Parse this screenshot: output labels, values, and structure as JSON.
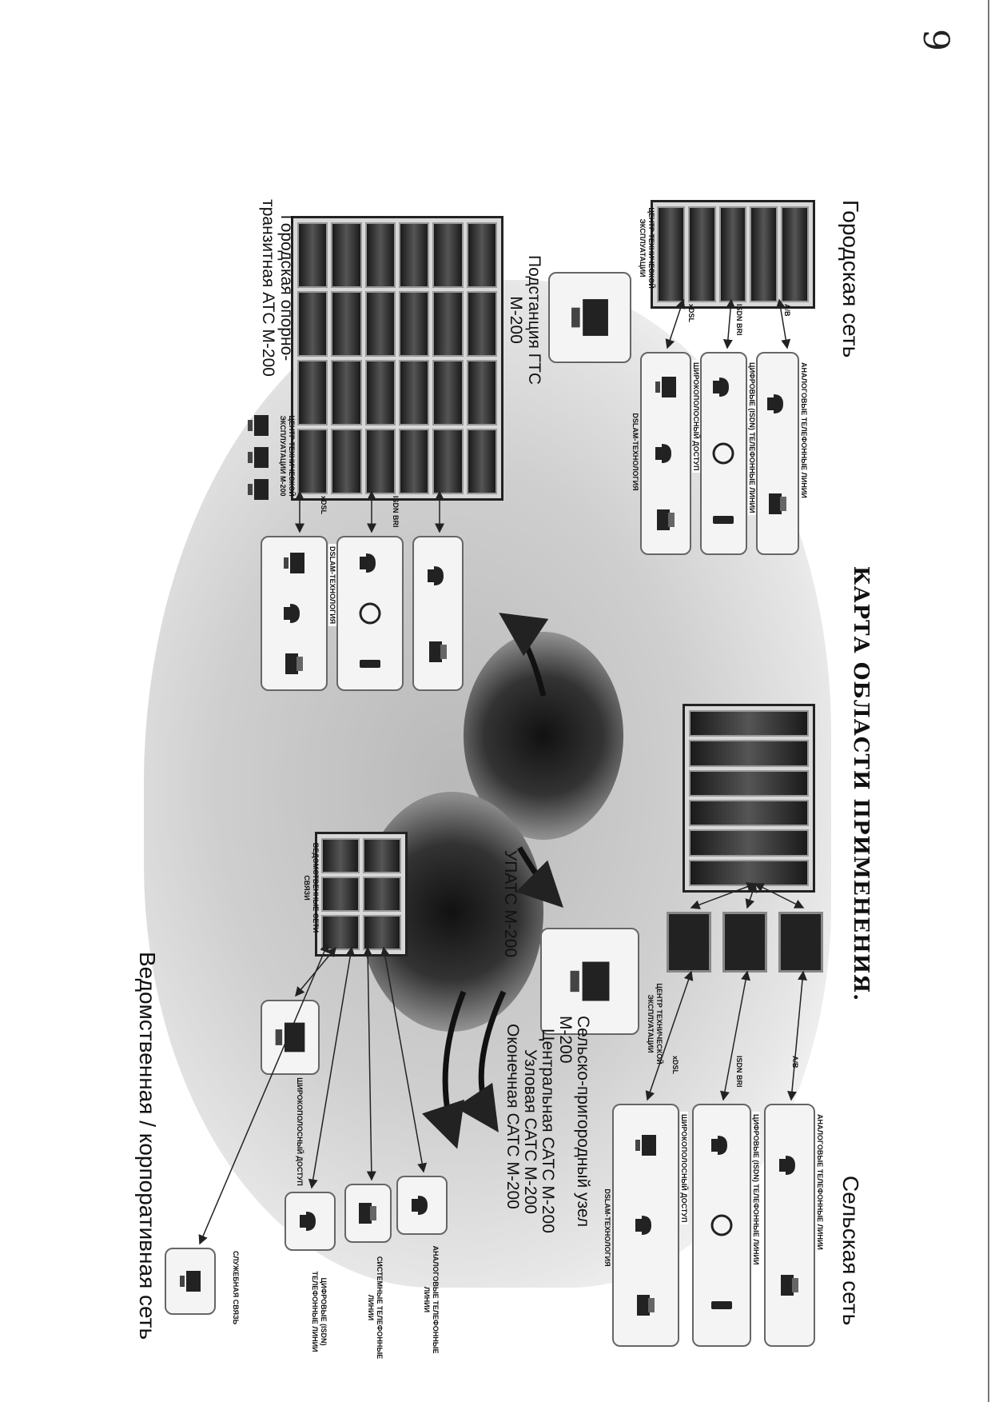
{
  "page_number": "9",
  "title": "КАРТА ОБЛАСТИ ПРИМЕНЕНИЯ.",
  "city_network": {
    "label": "Городская сеть",
    "substation_label": "Подстанция ГТС М-200",
    "transit_label": "Городская опорно-транзитная АТС М-200",
    "ops_center": "ЦЕНТР ТЕХНИЧЕСКОЙ ЭКСПЛУАТАЦИИ",
    "ops_center_m200": "ЦЕНТР ТЕХНИЧЕСКОЙ ЭКСПЛУАТАЦИИ М-200",
    "links": {
      "ab": "А/В",
      "isdn": "ISDN BRI",
      "xdsl": "xDSL"
    },
    "panels": {
      "analog": "АНАЛОГОВЫЕ ТЕЛЕФОННЫЕ ЛИНИИ",
      "isdn": "ЦИФРОВЫЕ (ISDN) ТЕЛЕФОННЫЕ ЛИНИИ",
      "broadband": "ШИРОКОПОЛОСНЫЙ ДОСТУП",
      "dslam": "DSLAM-ТЕХНОЛОГИЯ"
    }
  },
  "rural_network": {
    "label": "Сельская сеть",
    "hub_label": "Сельско-пригородный узел М-200",
    "central": "Центральная САТС М-200",
    "nodal": "Узловая САТС М-200",
    "terminal": "Оконечная САТС М-200",
    "ops_center": "ЦЕНТР ТЕХНИЧЕСКОЙ ЭКСПЛУАТАЦИИ",
    "links": {
      "ab": "А/В",
      "isdn": "ISDN BRI",
      "xdsl": "xDSL"
    },
    "panels": {
      "analog": "АНАЛОГОВЫЕ ТЕЛЕФОННЫЕ ЛИНИИ",
      "isdn": "ЦИФРОВЫЕ (ISDN) ТЕЛЕФОННЫЕ ЛИНИИ",
      "broadband": "ШИРОКОПОЛОСНЫЙ ДОСТУП",
      "dslam": "DSLAM-ТЕХНОЛОГИЯ"
    }
  },
  "corporate_network": {
    "label": "Ведомственная / корпоративная сеть",
    "pbx_label": "УПАТС М-200",
    "dept_networks": "ВЕДОМСТВЕННЫЕ СЕТИ СВЯЗИ",
    "lines": {
      "analog": "АНАЛОГОВЫЕ ТЕЛЕФОННЫЕ ЛИНИИ",
      "system": "СИСТЕМНЫЕ ТЕЛЕФОННЫЕ ЛИНИИ",
      "isdn": "ЦИФРОВЫЕ (ISDN) ТЕЛЕФОННЫЕ ЛИНИИ",
      "broadband": "ШИРОКОПОЛОСНЫЙ ДОСТУП",
      "service": "СЛУЖЕБНАЯ СВЯЗЬ"
    }
  },
  "icons": [
    "phone-icon",
    "fax-icon",
    "computer-icon",
    "modem-icon",
    "mobile-phone-icon"
  ]
}
